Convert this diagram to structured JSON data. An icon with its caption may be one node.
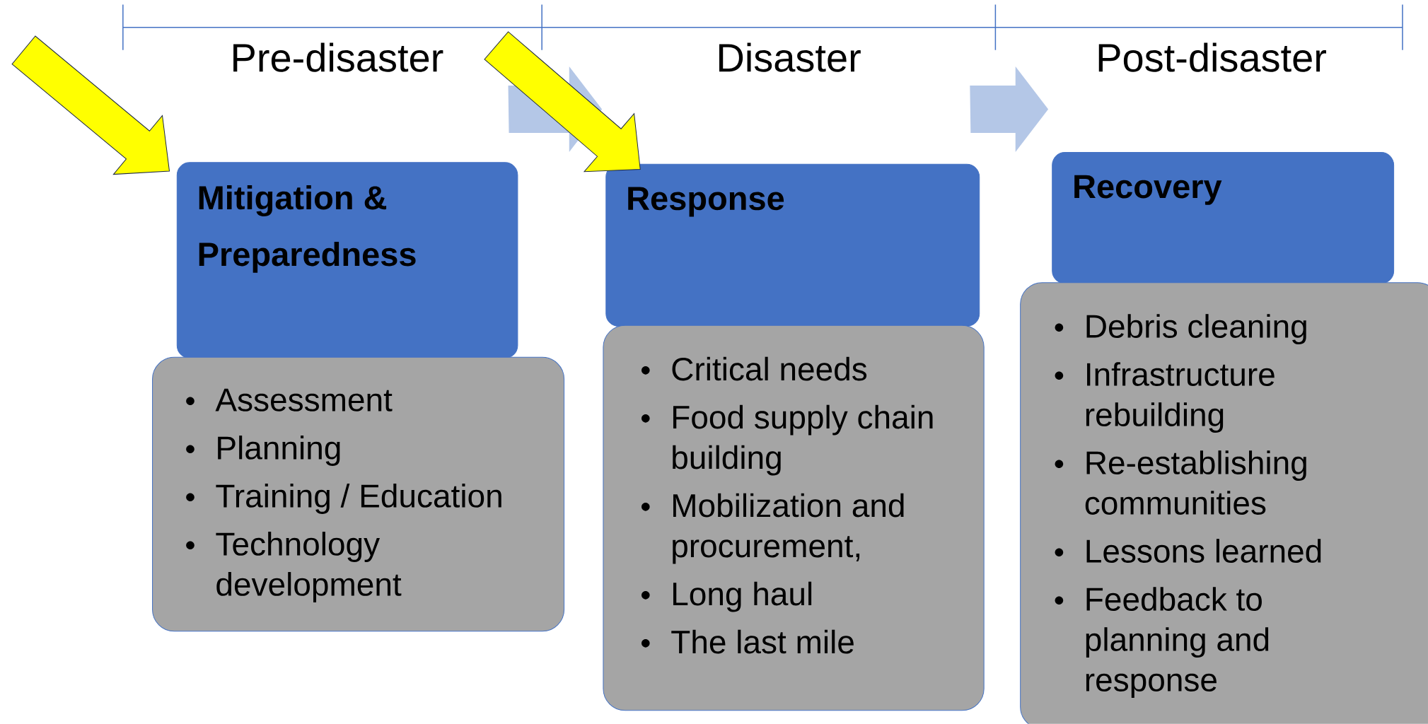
{
  "diagram": {
    "nodes": [
      {
        "text": [
          "Mitigation & Preparedness"
        ]
      },
      {
        "text": [
          "Assessment",
          "Planning",
          "Training / Education",
          "Technology development"
        ]
      },
      {
        "text": [
          "Response"
        ]
      },
      {
        "text": [
          "Critical needs",
          "Food supply chain building",
          "Mobilization and procurement,",
          "Long haul",
          "The last mile"
        ]
      },
      {
        "text": [
          "Recovery"
        ]
      },
      {
        "text": [
          "Debris cleaning",
          "Infrastructure rebuilding",
          "Re-establishing communities",
          "Lessons learned",
          "Feedback to planning and response"
        ]
      }
    ],
    "edges": [
      {
        "from": 0,
        "to": 2,
        "arrow": "to",
        "color": "#b4c7e7"
      },
      {
        "from": 2,
        "to": 4,
        "arrow": "to",
        "color": "#b4c7e7"
      },
      {
        "from": null,
        "to": 0,
        "arrow": "to",
        "color": "#ffff00"
      },
      {
        "from": null,
        "to": 2,
        "arrow": "to",
        "color": "#ffff00"
      }
    ],
    "labels": [
      "Pre-disaster",
      "Disaster",
      "Post-disaster"
    ]
  }
}
